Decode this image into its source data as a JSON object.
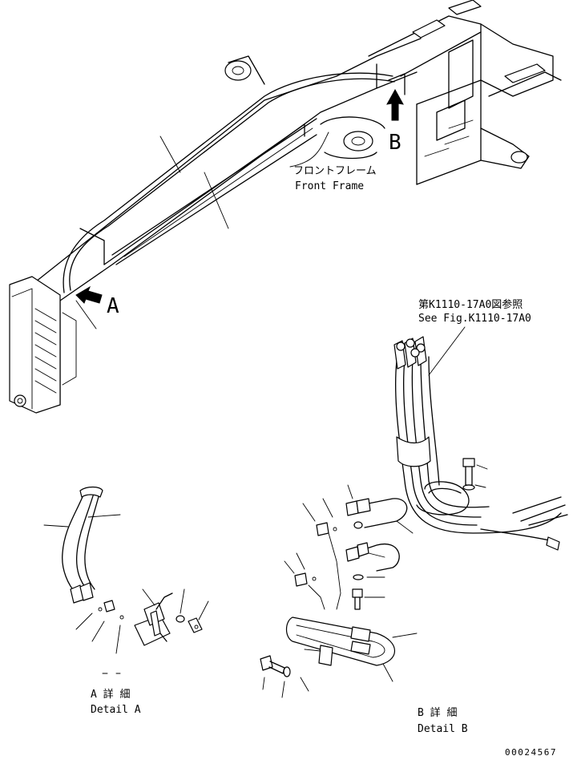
{
  "callouts": {
    "arrow_a": "A",
    "arrow_b": "B"
  },
  "front_frame": {
    "label_jp": "フロントフレーム",
    "label_en": "Front Frame"
  },
  "reference": {
    "label_jp": "第K1110-17A0図参照",
    "label_en": "See Fig.K1110-17A0"
  },
  "detail_a": {
    "label_jp": "A 詳 細",
    "label_en": "Detail A"
  },
  "detail_b": {
    "label_jp": "B 詳 細",
    "label_en": "Detail B"
  },
  "drawing_number": "00024567"
}
